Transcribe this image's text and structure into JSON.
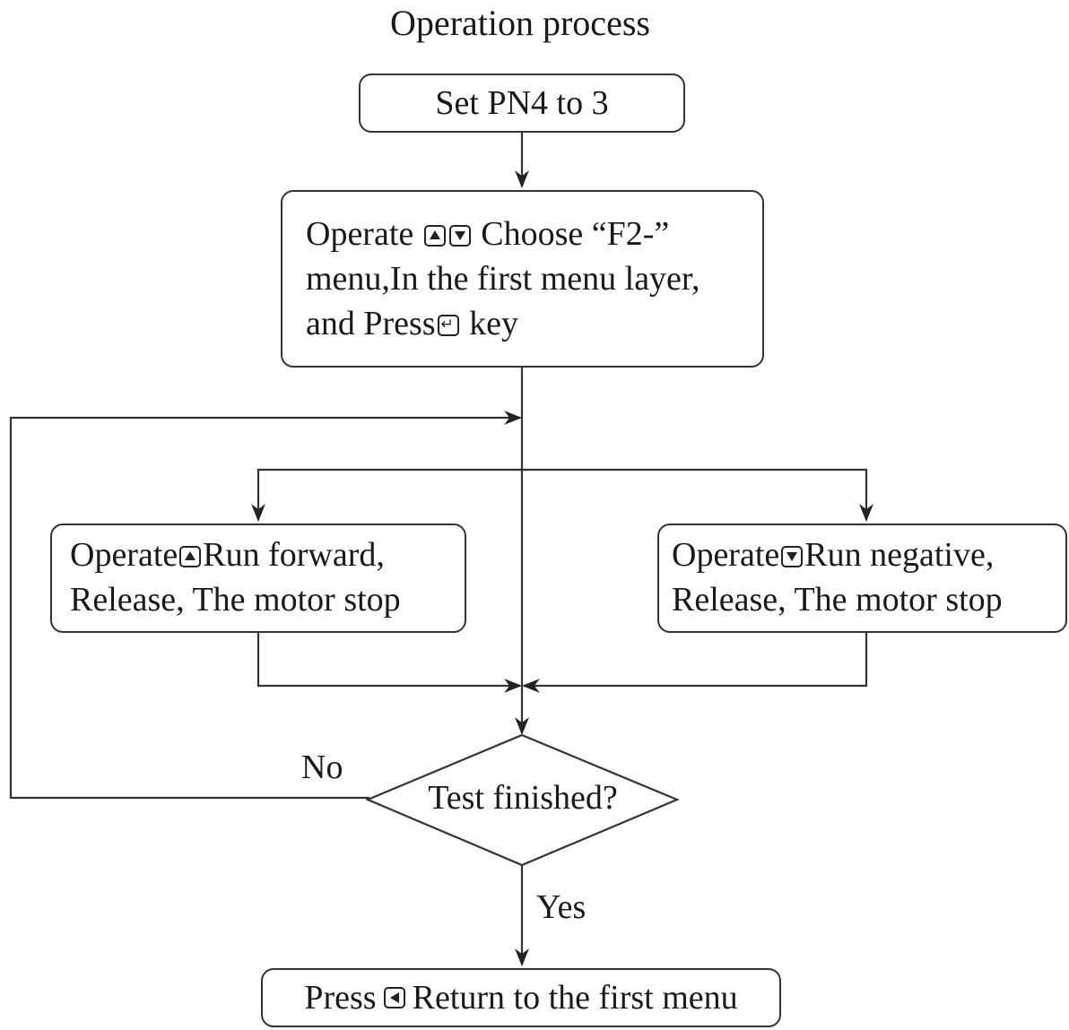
{
  "title": "Operation process",
  "steps": {
    "set_pn4": "Set PN4 to 3",
    "operate_choose": {
      "line1_a": "Operate",
      "line1_b": "Choose “F2-”",
      "line2": "menu,In the first menu layer,",
      "line3_a": "and Press",
      "line3_b": "key"
    },
    "run_forward": {
      "line1_a": "Operate",
      "line1_b": "Run forward,",
      "line2": "Release,  The motor stop"
    },
    "run_negative": {
      "line1_a": "Operate",
      "line1_b": "Run negative,",
      "line2": "Release,  The motor stop"
    },
    "decision": "Test finished?",
    "return_menu": {
      "a": "Press",
      "b": "Return to the first menu"
    }
  },
  "branch_labels": {
    "no": "No",
    "yes": "Yes"
  },
  "icons": {
    "up_key": "up-arrow-key-icon",
    "down_key": "down-arrow-key-icon",
    "enter_key": "enter-key-icon",
    "left_key": "left-arrow-key-icon"
  }
}
